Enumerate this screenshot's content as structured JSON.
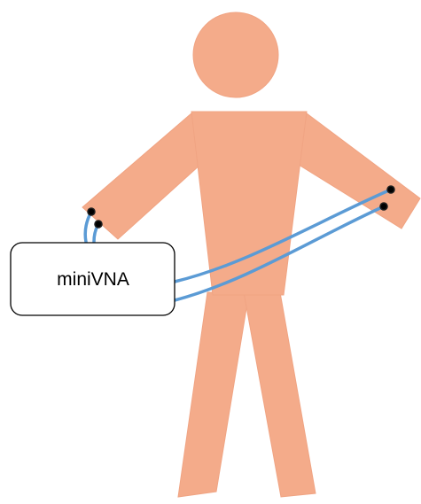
{
  "device": {
    "label": "miniVNA"
  },
  "colors": {
    "skin": "#f4ab8a",
    "skin_outline": "#f0a483",
    "cable": "#5b9bd5",
    "electrode": "#000000",
    "box_border": "#000000",
    "box_fill": "#ffffff"
  },
  "figure": {
    "parts": [
      "head",
      "torso",
      "left-arm",
      "right-arm",
      "left-leg",
      "right-leg"
    ],
    "electrodes": [
      "left-wrist-electrode-1",
      "left-wrist-electrode-2",
      "right-wrist-electrode-1",
      "right-wrist-electrode-2"
    ]
  }
}
